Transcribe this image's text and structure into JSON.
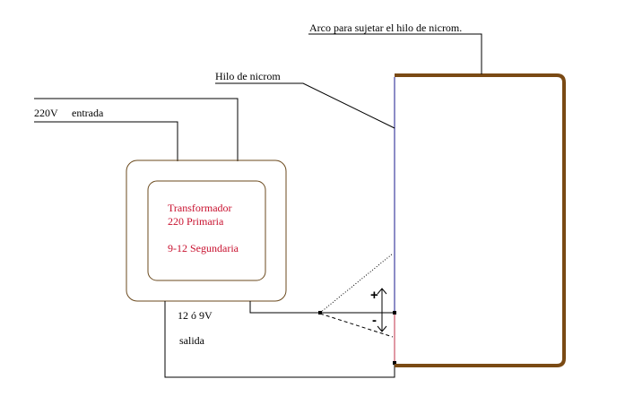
{
  "labels": {
    "input_voltage": "220V",
    "input": "entrada",
    "transformer_title": "Transformador",
    "primary": "220 Primaria",
    "secondary": "9-12 Segundaria",
    "output_voltage": "12 ó 9V",
    "output": "salida",
    "nichrome_wire": "Hilo de nicrom",
    "bow": "Arco para sujetar el hilo de nicrom.",
    "plus": "+",
    "minus": "-"
  },
  "colors": {
    "wire": "#000000",
    "transformer_outline": "#6b4a1e",
    "transformer_text": "#c8102e",
    "bow": "#7a4a14",
    "nichrome_upper": "#1a1a8c",
    "nichrome_lower": "#c0304a"
  }
}
